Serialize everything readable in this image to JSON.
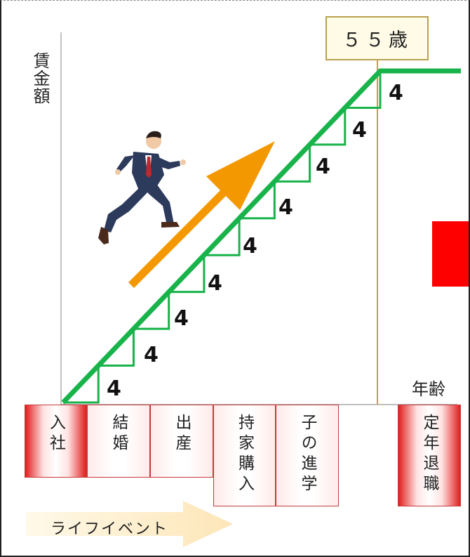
{
  "y_axis_label": "賃金額",
  "x_axis_label": "年齢",
  "age_callout": "５５歳",
  "step_increment": "4",
  "step_labels": [
    "4",
    "4",
    "4",
    "4",
    "4",
    "4",
    "4",
    "4",
    "4"
  ],
  "events": [
    {
      "label": "入社"
    },
    {
      "label": "結婚"
    },
    {
      "label": "出産"
    },
    {
      "label": "持家購入"
    },
    {
      "label": "子の進学"
    }
  ],
  "retirement": {
    "label": "定年退職"
  },
  "life_event_arrow_label": "ライフイベント",
  "colors": {
    "staircase": "#18b34a",
    "arrow": "#f39800",
    "highlight_red": "#ff0000",
    "callout_border": "#b8a050"
  }
}
